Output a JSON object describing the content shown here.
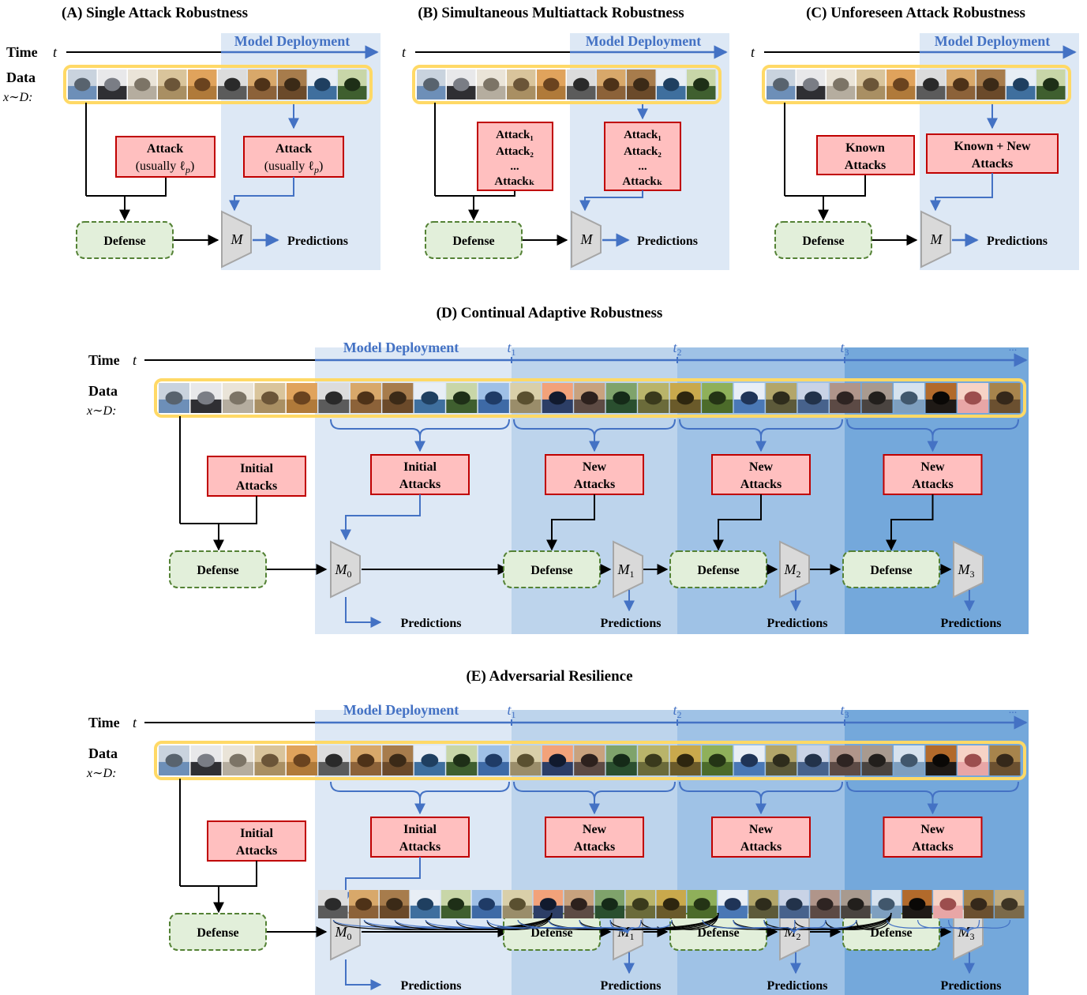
{
  "panels": {
    "A": {
      "title": "(A) Single Attack Robustness",
      "deploy": "Model Deployment",
      "attack_left": [
        "Attack",
        "(usually ℓ",
        "p",
        ")"
      ],
      "attack_right": [
        "Attack",
        "(usually ℓ",
        "p",
        ")"
      ],
      "defense": "Defense",
      "model": "M",
      "predictions": "Predictions"
    },
    "B": {
      "title": "(B) Simultaneous Multiattack Robustness",
      "deploy": "Model Deployment",
      "attack_lines": [
        "Attack₁",
        "Attack₂",
        "...",
        "Attackₖ"
      ],
      "defense": "Defense",
      "model": "M",
      "predictions": "Predictions"
    },
    "C": {
      "title": "(C) Unforeseen Attack Robustness",
      "deploy": "Model Deployment",
      "attack_left": [
        "Known",
        "Attacks"
      ],
      "attack_right": [
        "Known + New",
        "Attacks"
      ],
      "defense": "Defense",
      "model": "M",
      "predictions": "Predictions"
    },
    "D": {
      "title": "(D) Continual Adaptive Robustness"
    },
    "E": {
      "title": "(E) Adversarial Resilience"
    }
  },
  "common": {
    "time_label": "Time",
    "time_var": "t",
    "data_label": "Data",
    "data_dist": "x∼D:",
    "deploy": "Model Deployment",
    "t_marks": [
      "t",
      "t",
      "t"
    ],
    "t_subs": [
      "1",
      "2",
      "3"
    ],
    "ellipsis": "...",
    "initial_attacks": [
      "Initial",
      "Attacks"
    ],
    "new_attacks": [
      "New",
      "Attacks"
    ],
    "defense": "Defense",
    "predictions": "Predictions",
    "models": [
      "M",
      "M",
      "M",
      "M"
    ],
    "model_subs": [
      "0",
      "1",
      "2",
      "3"
    ]
  },
  "colors": {
    "deploy_blue": "#4472c4",
    "band_0": "#dde8f5",
    "band_1": "#bdd4ec",
    "band_2": "#9fc2e6",
    "band_3": "#74a8db",
    "attack_fill": "#ffbfbf",
    "attack_stroke": "#c00000",
    "defense_fill": "#e2efda",
    "defense_stroke": "#548235",
    "data_stroke": "#ffd966",
    "model_fill": "#d9d9d9"
  },
  "icons": {
    "thumbnails": "image-thumbnail-icon",
    "model": "model-trapezoid-icon"
  }
}
